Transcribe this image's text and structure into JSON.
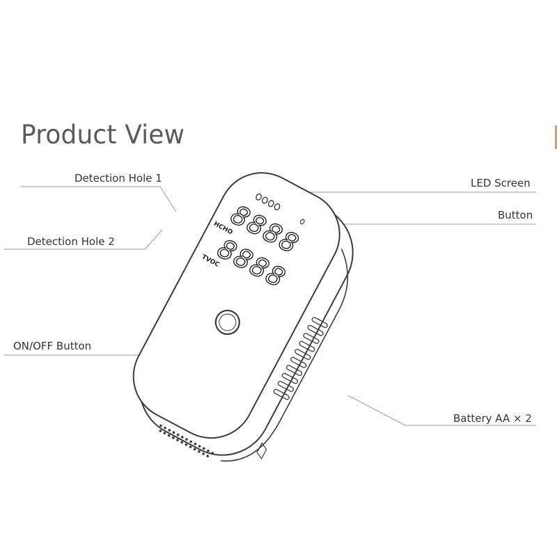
{
  "title": "Product View",
  "labels": {
    "detection_hole_1": "Detection Hole 1",
    "detection_hole_2": "Detection Hole 2",
    "on_off_button": "ON/OFF Button",
    "led_screen": "LED Screen",
    "button": "Button",
    "battery": "Battery AA × 2"
  },
  "screen": {
    "top_readout": "8888",
    "top_label": "HCHO",
    "bottom_readout": "8888",
    "bottom_label": "TVOC"
  },
  "colors": {
    "line": "#9a9a9a",
    "outline": "#3a3a3a",
    "accent_edge": "#e39a4e"
  }
}
